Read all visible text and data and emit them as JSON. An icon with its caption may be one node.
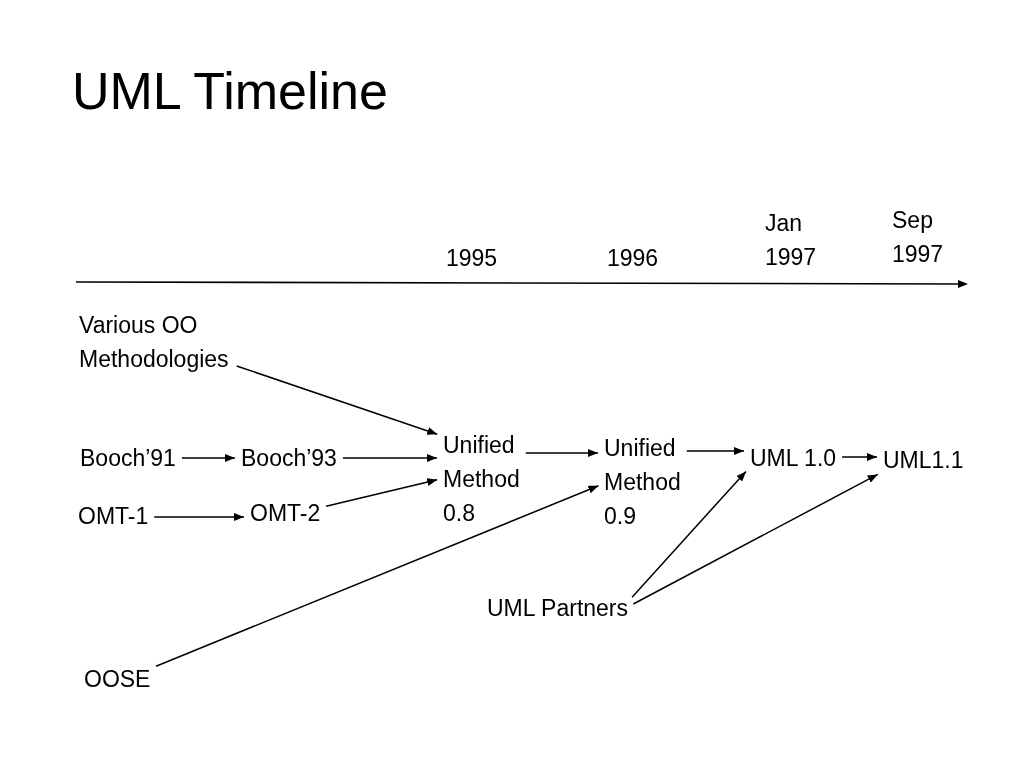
{
  "diagram": {
    "title": "UML Timeline",
    "nodes": [
      {
        "text": [
          "Various OO Methodologies"
        ]
      },
      {
        "text": [
          "Booch’91"
        ]
      },
      {
        "text": [
          "Booch’93"
        ]
      },
      {
        "text": [
          "Unified Method 0.8"
        ]
      },
      {
        "text": [
          "Unified Method 0.9"
        ]
      },
      {
        "text": [
          "UML 1.0"
        ]
      },
      {
        "text": [
          "UML1.1"
        ]
      },
      {
        "text": [
          "OMT-1"
        ]
      },
      {
        "text": [
          "OMT-2"
        ]
      },
      {
        "text": [
          "UML Partners"
        ]
      },
      {
        "text": [
          "OOSE"
        ]
      }
    ],
    "edges": [
      {
        "from": 0,
        "to": 3,
        "arrow": "to"
      },
      {
        "from": 1,
        "to": 2,
        "arrow": "to"
      },
      {
        "from": 2,
        "to": 3,
        "arrow": "to"
      },
      {
        "from": 3,
        "to": 4,
        "arrow": "to"
      },
      {
        "from": 4,
        "to": 5,
        "arrow": "to"
      },
      {
        "from": 5,
        "to": 6,
        "arrow": "to"
      },
      {
        "from": 7,
        "to": 8,
        "arrow": "to"
      },
      {
        "from": 8,
        "to": 3,
        "arrow": "to"
      },
      {
        "from": 10,
        "to": 4,
        "arrow": "to"
      },
      {
        "from": 9,
        "to": 5,
        "arrow": "to"
      },
      {
        "from": 9,
        "to": 6,
        "arrow": "to"
      }
    ],
    "labels": [
      "1995",
      "1996",
      "Jan 1997",
      "Sep 1997"
    ]
  }
}
